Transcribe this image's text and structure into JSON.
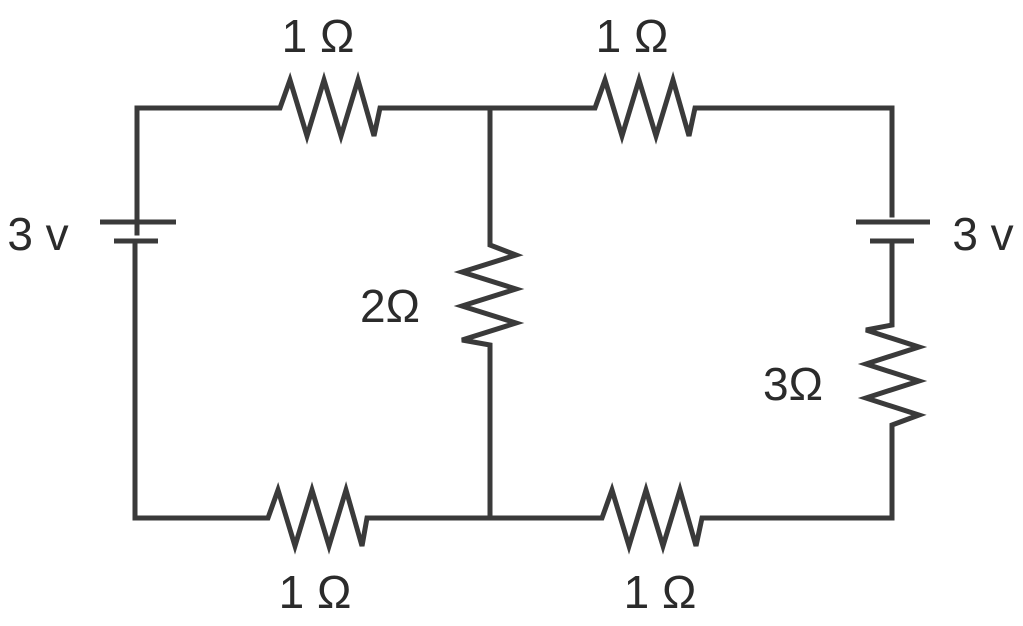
{
  "colors": {
    "wire": "#3a3a3a",
    "text": "#2b2b2b",
    "background": "#ffffff"
  },
  "labels": {
    "r_top_left": "1 Ω",
    "r_top_right": "1 Ω",
    "battery_left": "3 v",
    "battery_right": "3 v",
    "r_middle": "2Ω",
    "r_right": "3Ω",
    "r_bottom_left": "1 Ω",
    "r_bottom_right": "1 Ω"
  }
}
